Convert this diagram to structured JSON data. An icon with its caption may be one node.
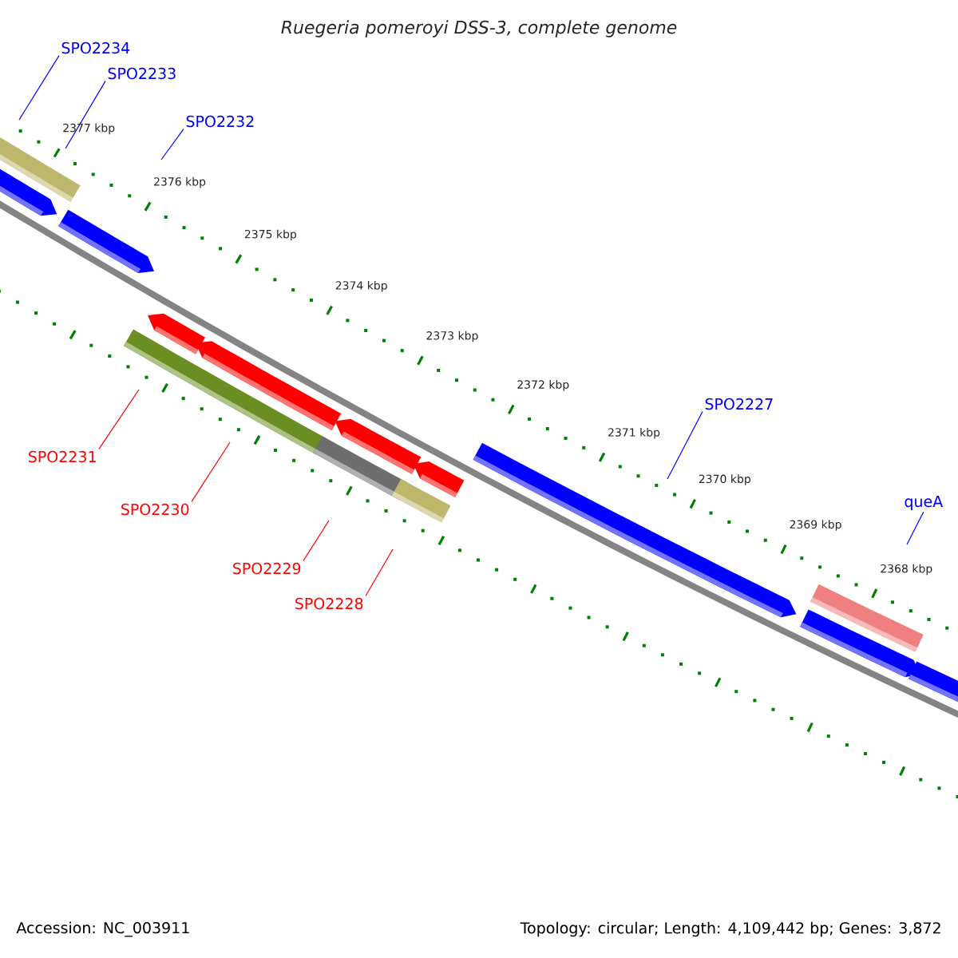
{
  "diagram": {
    "title": "Ruegeria pomeroyi DSS-3, complete genome",
    "nodes": [
      {
        "text": [
          "SPO2234"
        ]
      },
      {
        "text": [
          "SPO2233"
        ]
      },
      {
        "text": [
          "SPO2232"
        ]
      },
      {
        "text": [
          "SPO2231"
        ]
      },
      {
        "text": [
          "SPO2230"
        ]
      },
      {
        "text": [
          "SPO2229"
        ]
      },
      {
        "text": [
          "SPO2228"
        ]
      },
      {
        "text": [
          "SPO2227"
        ]
      },
      {
        "text": [
          "queA"
        ]
      }
    ],
    "edges": [
      {
        "from": 0,
        "to": null,
        "arrow": "none"
      },
      {
        "from": 1,
        "to": null,
        "arrow": "none"
      },
      {
        "from": 2,
        "to": null,
        "arrow": "none"
      },
      {
        "from": 3,
        "to": null,
        "arrow": "none",
        "color": "#ff0000"
      },
      {
        "from": 4,
        "to": null,
        "arrow": "none",
        "color": "#ff0000"
      },
      {
        "from": 5,
        "to": null,
        "arrow": "none",
        "color": "#ff0000"
      },
      {
        "from": 6,
        "to": null,
        "arrow": "none",
        "color": "#ff0000"
      },
      {
        "from": 7,
        "to": null,
        "arrow": "none"
      },
      {
        "from": 8,
        "to": null,
        "arrow": "none"
      }
    ],
    "labels": [
      "2377 kbp",
      "2376 kbp",
      "2375 kbp",
      "2374 kbp",
      "2373 kbp",
      "2372 kbp",
      "2371 kbp",
      "2370 kbp",
      "2369 kbp",
      "2368 kbp",
      "Accession: NC_003911",
      "Topology: circular; Length: 4,109,442 bp; Genes: 3,872"
    ]
  }
}
